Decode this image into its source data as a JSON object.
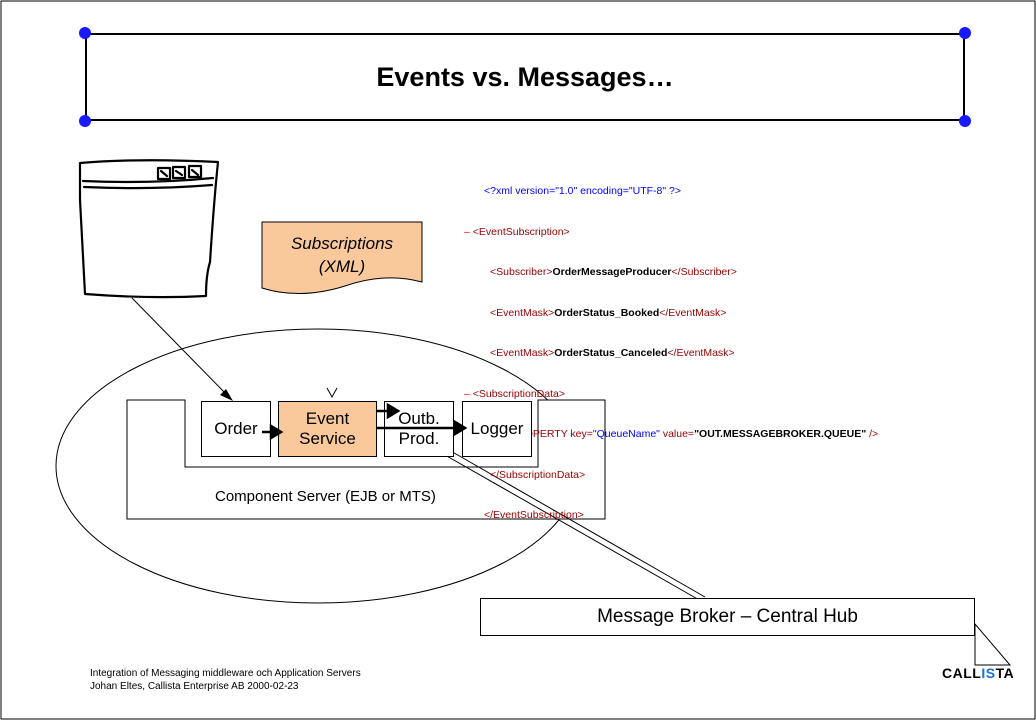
{
  "slide": {
    "title": "Events vs. Messages…",
    "subscriptions_note": {
      "line1": "Subscriptions",
      "line2": "(XML)"
    },
    "xml": {
      "decl": "<?xml version=\"1.0\" encoding=\"UTF-8\" ?>",
      "minus": "–",
      "open_root": "<EventSubscription>",
      "subscriber_open": "<Subscriber>",
      "subscriber_value": "OrderMessageProducer",
      "subscriber_close": "</Subscriber>",
      "eventmask_open": "<EventMask>",
      "eventmask1_value": "OrderStatus_Booked",
      "eventmask_close": "</EventMask>",
      "eventmask2_value": "OrderStatus_Canceled",
      "subdata_open": "<SubscriptionData>",
      "property_open": "<PROPERTY key=",
      "property_key": "\"QueueName\"",
      "property_value_attr": " value=",
      "property_value": "\"OUT.MESSAGEBROKER.QUEUE\"",
      "property_close": " />",
      "subdata_close": "</SubscriptionData>",
      "close_root": "</EventSubscription>"
    },
    "components": {
      "order": "Order",
      "event_service_line1": "Event",
      "event_service_line2": "Service",
      "outb_line1": "Outb.",
      "outb_line2": "Prod.",
      "logger": "Logger"
    },
    "component_server_label": "Component Server (EJB or MTS)",
    "broker_label": "Message Broker – Central Hub",
    "footer": {
      "line1": "Integration of Messaging middleware och Application Servers",
      "line2": "Johan Eltes, Callista Enterprise AB 2000-02-23"
    },
    "logo": {
      "part1": "CALL",
      "part2": "IS",
      "part3": "TA"
    },
    "colors": {
      "handle": "#1a1aff",
      "highlight_fill": "#f9c89b",
      "xml_tag": "#990000",
      "xml_attr": "#0000ff",
      "logo_accent": "#1a6fe0"
    }
  }
}
